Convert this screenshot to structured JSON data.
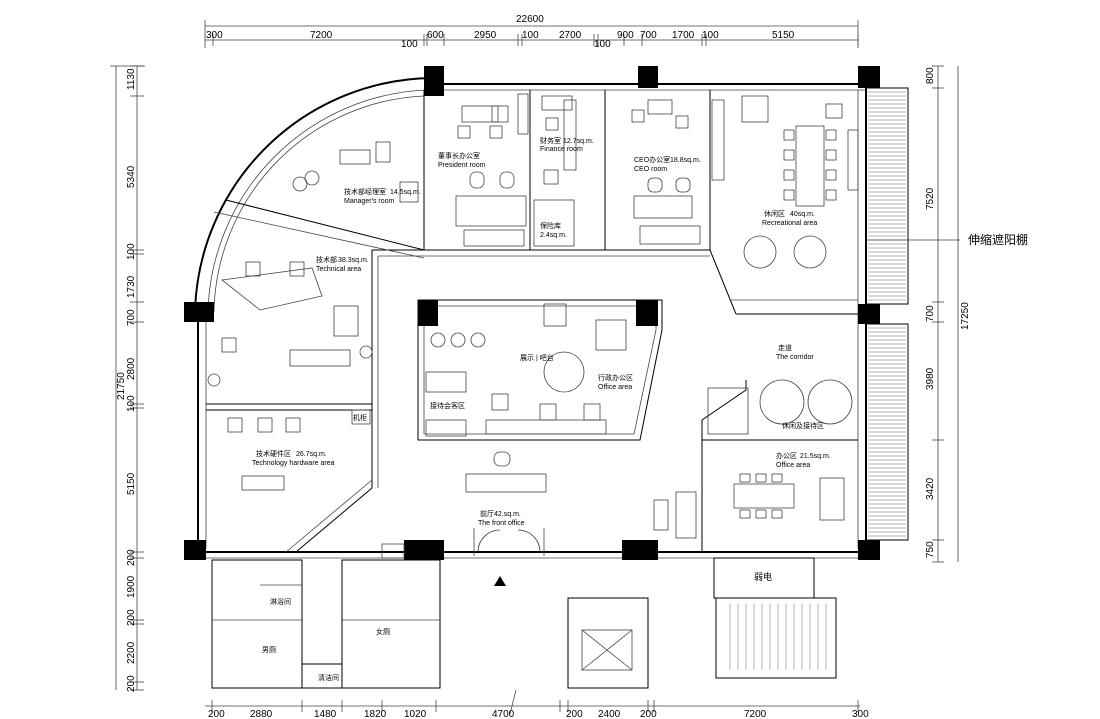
{
  "dimensions": {
    "total_width": "22600",
    "top": [
      "300",
      "7200",
      "100",
      "600",
      "2950",
      "100",
      "2700",
      "100",
      "900",
      "700",
      "1700",
      "100",
      "5150"
    ],
    "left": [
      "1130",
      "5340",
      "100",
      "1730",
      "700",
      "2800",
      "100",
      "5150",
      "200",
      "1900",
      "200",
      "2200",
      "200"
    ],
    "left_total": "21750",
    "right": [
      "800",
      "7520",
      "700",
      "3980",
      "3420",
      "750"
    ],
    "right_total": "17250",
    "bottom": [
      "200",
      "2880",
      "1480",
      "1820",
      "1020",
      "4700",
      "200",
      "2400",
      "200",
      "7200",
      "300"
    ]
  },
  "rooms": {
    "president": {
      "cn": "董事长办公室",
      "en": "President room"
    },
    "finance": {
      "cn": "财务室",
      "area": "12.7sq.m.",
      "en": "Finance room"
    },
    "ceo": {
      "cn": "CEO办公室",
      "area": "18.8sq.m.",
      "en": "CEO room"
    },
    "recreational": {
      "cn": "休闲区",
      "area": "40sq.m.",
      "en": "Recreational area"
    },
    "manager": {
      "cn": "技术部经理室",
      "area": "14.5sq.m.",
      "en": "Manager's room"
    },
    "technical": {
      "cn": "技术部",
      "area": "38.3sq.m.",
      "en": "Technical area"
    },
    "safe": {
      "cn": "保险库",
      "area": "2.4sq.m."
    },
    "admin_office": {
      "cn": "行政办公区",
      "en": "Office area"
    },
    "reception": {
      "cn": "接待会客区"
    },
    "display": {
      "cn": "展示 | 吧台"
    },
    "corridor": {
      "cn": "走道",
      "en": "The corridor"
    },
    "hardware": {
      "cn": "技术硬件区",
      "area": "26.7sq.m.",
      "en": "Technology hardware area"
    },
    "lounge": {
      "cn": "休闲及接待区"
    },
    "office_area": {
      "cn": "办公区",
      "area": "21.5sq.m.",
      "en": "Office area"
    },
    "front_office": {
      "cn": "前厅",
      "area": "42.sq.m.",
      "en": "The front office"
    },
    "shower": {
      "cn": "淋浴间"
    },
    "men": {
      "cn": "男厕"
    },
    "women": {
      "cn": "女厕"
    },
    "cleaning": {
      "cn": "清洁间"
    },
    "weak_current": {
      "cn": "弱电"
    },
    "equipment": {
      "cn": "机柜"
    }
  },
  "annotations": {
    "awning": "伸缩遮阳棚"
  }
}
